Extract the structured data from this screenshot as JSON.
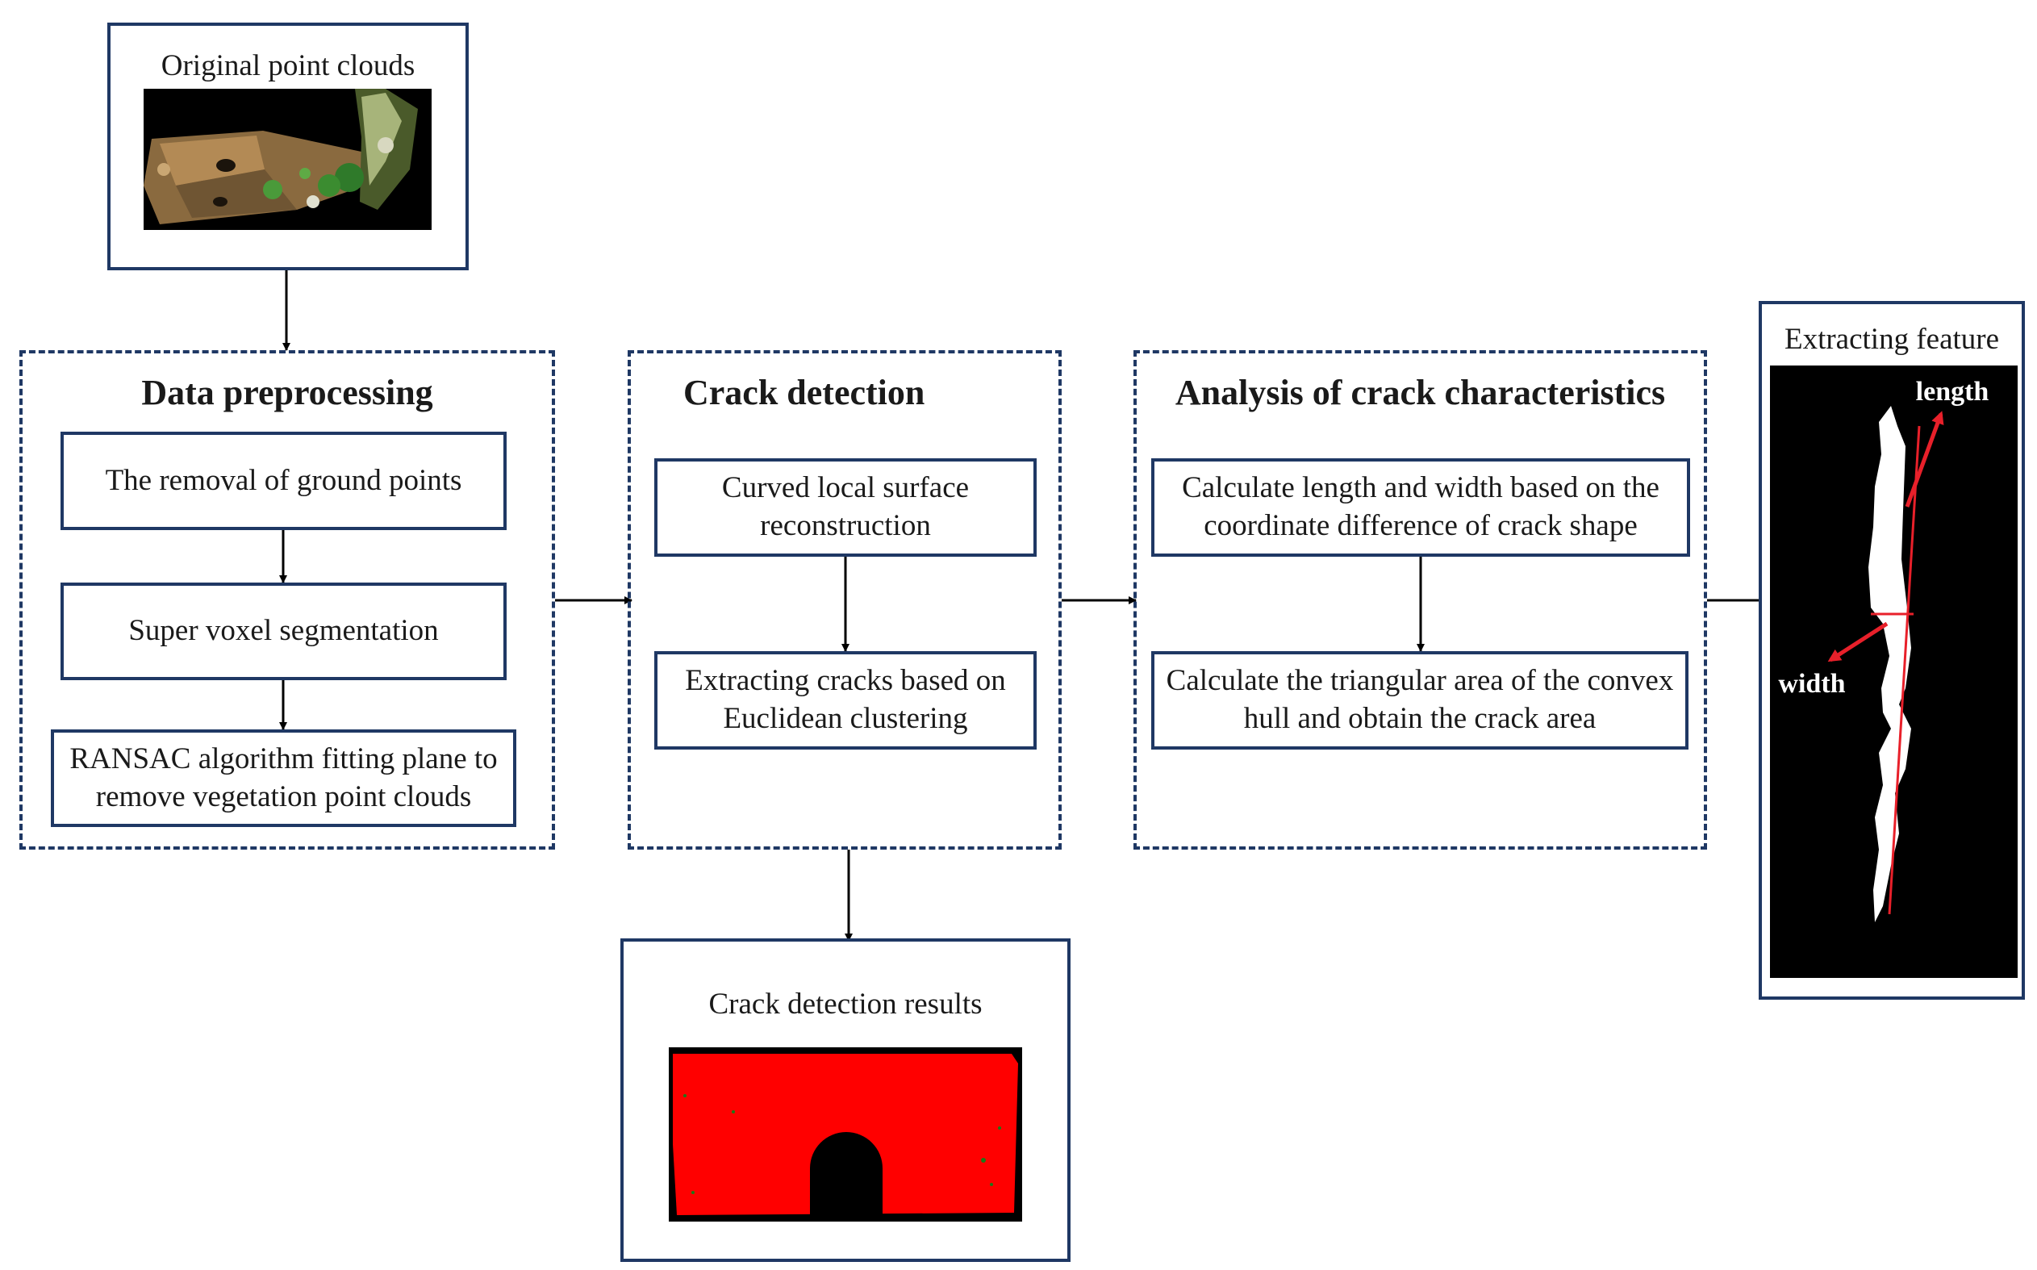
{
  "original": {
    "label": "Original point clouds"
  },
  "preprocessing": {
    "title": "Data preprocessing",
    "steps": [
      "The removal of ground points",
      "Super voxel segmentation",
      "RANSAC algorithm fitting plane to remove vegetation point clouds"
    ]
  },
  "detection": {
    "title": "Crack detection",
    "steps": [
      "Curved local surface reconstruction",
      "Extracting cracks based on Euclidean clustering"
    ]
  },
  "analysis": {
    "title": "Analysis of crack characteristics",
    "steps": [
      "Calculate length and width based on the coordinate difference of crack shape",
      "Calculate the triangular area of the convex hull and obtain the crack area"
    ]
  },
  "feature": {
    "label": "Extracting feature",
    "length_label": "length",
    "width_label": "width"
  },
  "results": {
    "label": "Crack detection results"
  },
  "colors": {
    "frame": "#1f3864",
    "arrow": "#000000",
    "crack_red": "#ff0000",
    "measure_red": "#e8202a"
  }
}
